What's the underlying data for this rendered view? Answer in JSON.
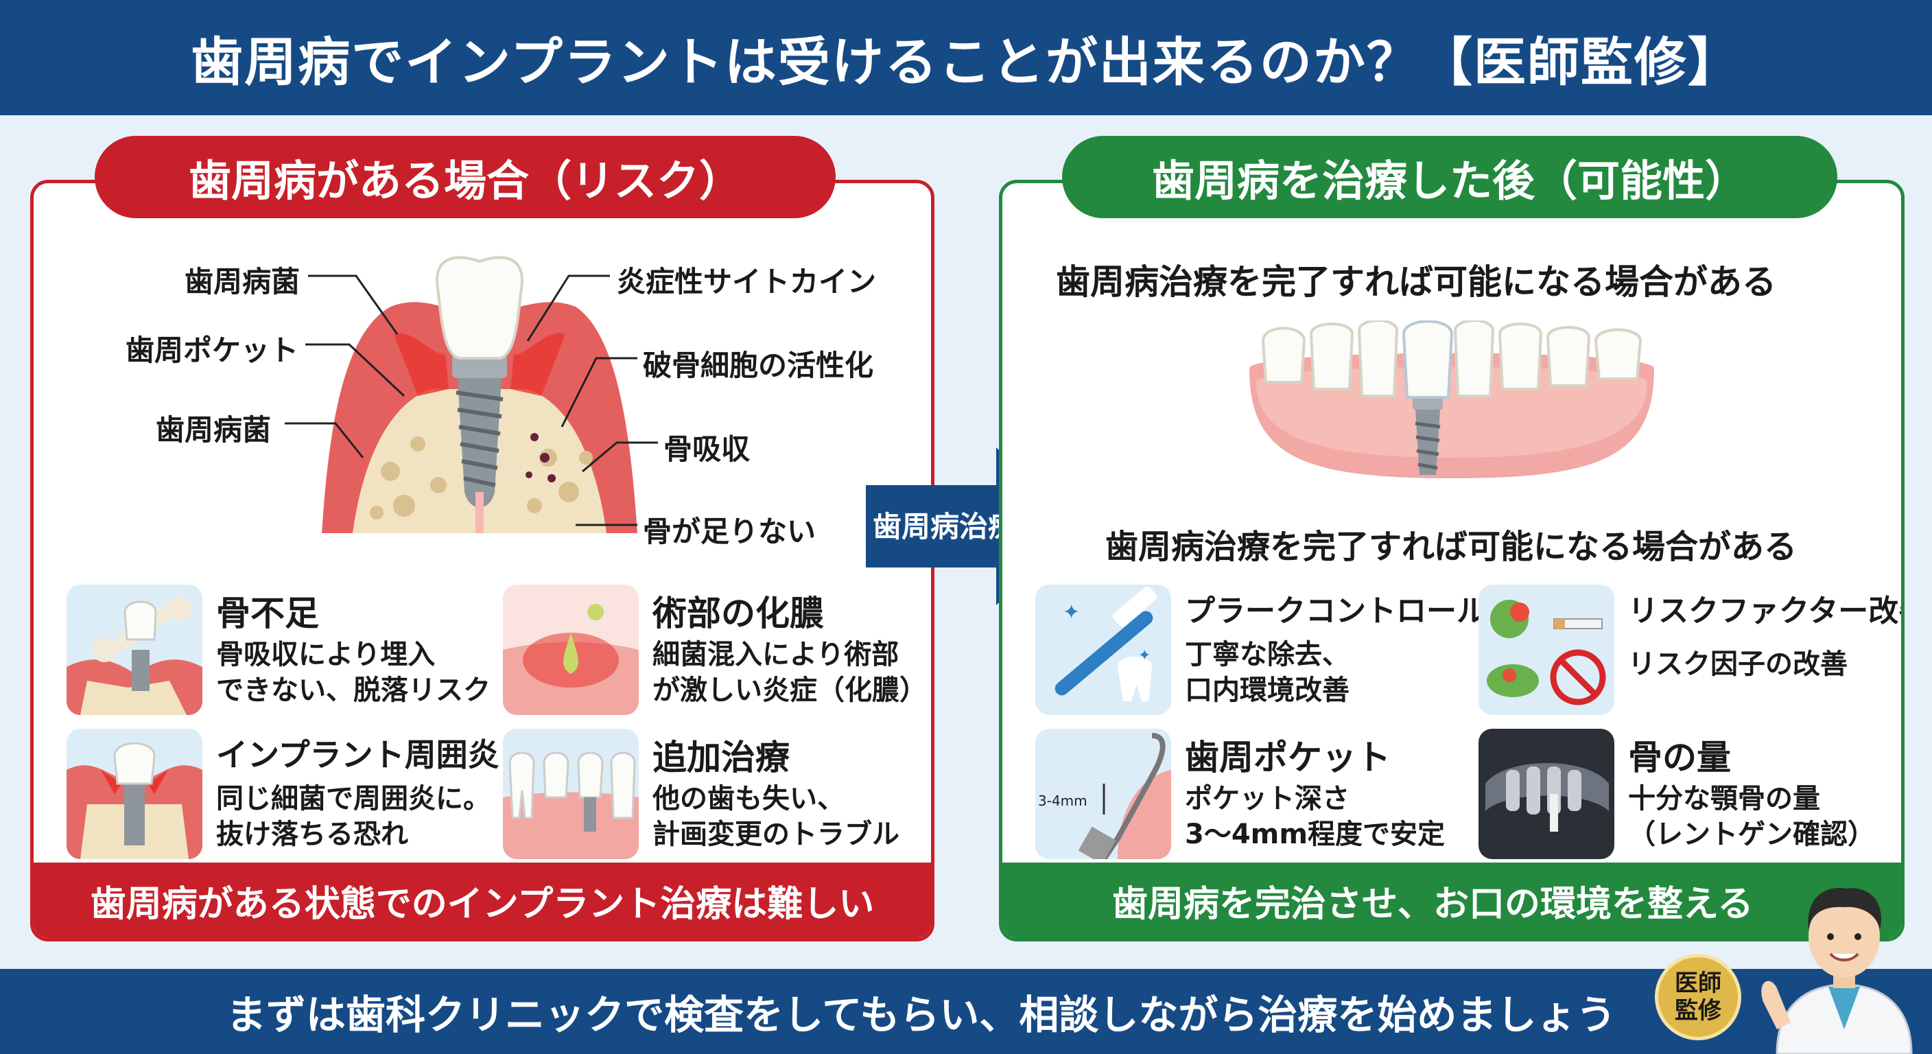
{
  "header": {
    "title": "歯周病でインプラントは受けることが出来るのか？【医師監修】"
  },
  "left": {
    "heading": "歯周病がある場合（リスク）",
    "labels": [
      "歯周病菌",
      "歯周ポケット",
      "歯周病菌",
      "炎症性サイトカイン",
      "破骨細胞の活性化",
      "骨吸収",
      "骨が足りない"
    ],
    "cards": [
      {
        "title": "骨不足",
        "line1": "骨吸収により埋入",
        "line2": "できない、脱落リスク"
      },
      {
        "title": "術部の化膿",
        "line1": "細菌混入により術部",
        "line2": "が激しい炎症（化膿）"
      },
      {
        "title": "インプラント周囲炎",
        "line1": "同じ細菌で周囲炎に。",
        "line2": "抜け落ちる恐れ"
      },
      {
        "title": "追加治療",
        "line1": "他の歯も失い、",
        "line2": "計画変更のトラブル"
      }
    ],
    "footer": "歯周病がある状態でのインプラント治療は難しい"
  },
  "arrow": {
    "label": "歯周病治療"
  },
  "right": {
    "heading": "歯周病を治療した後（可能性）",
    "subtitle_top": "歯周病治療を完了すれば可能になる場合がある",
    "subtitle_mid": "歯周病治療を完了すれば可能になる場合がある",
    "cards": [
      {
        "title": "プラークコントロール",
        "line1": "丁寧な除去、",
        "line2": "口内環境改善"
      },
      {
        "title": "リスクファクター改善",
        "line1": "リスク因子の改善",
        "line2": ""
      },
      {
        "title": "歯周ポケット",
        "line1": "ポケット深さ",
        "line2": "3〜4mm程度で安定"
      },
      {
        "title": "骨の量",
        "line1": "十分な顎骨の量",
        "line2": "（レントゲン確認）"
      }
    ],
    "probe_label": "3-4mm",
    "footer": "歯周病を完治させ、お口の環境を整える"
  },
  "bottom": {
    "message": "まずは歯科クリニックで検査をしてもらい、相談しながら治療を始めましょう",
    "badge": "医師監修"
  },
  "colors": {
    "navy": "#164a85",
    "red": "#c8202a",
    "green": "#23893f",
    "gold": "#e0b84a"
  }
}
